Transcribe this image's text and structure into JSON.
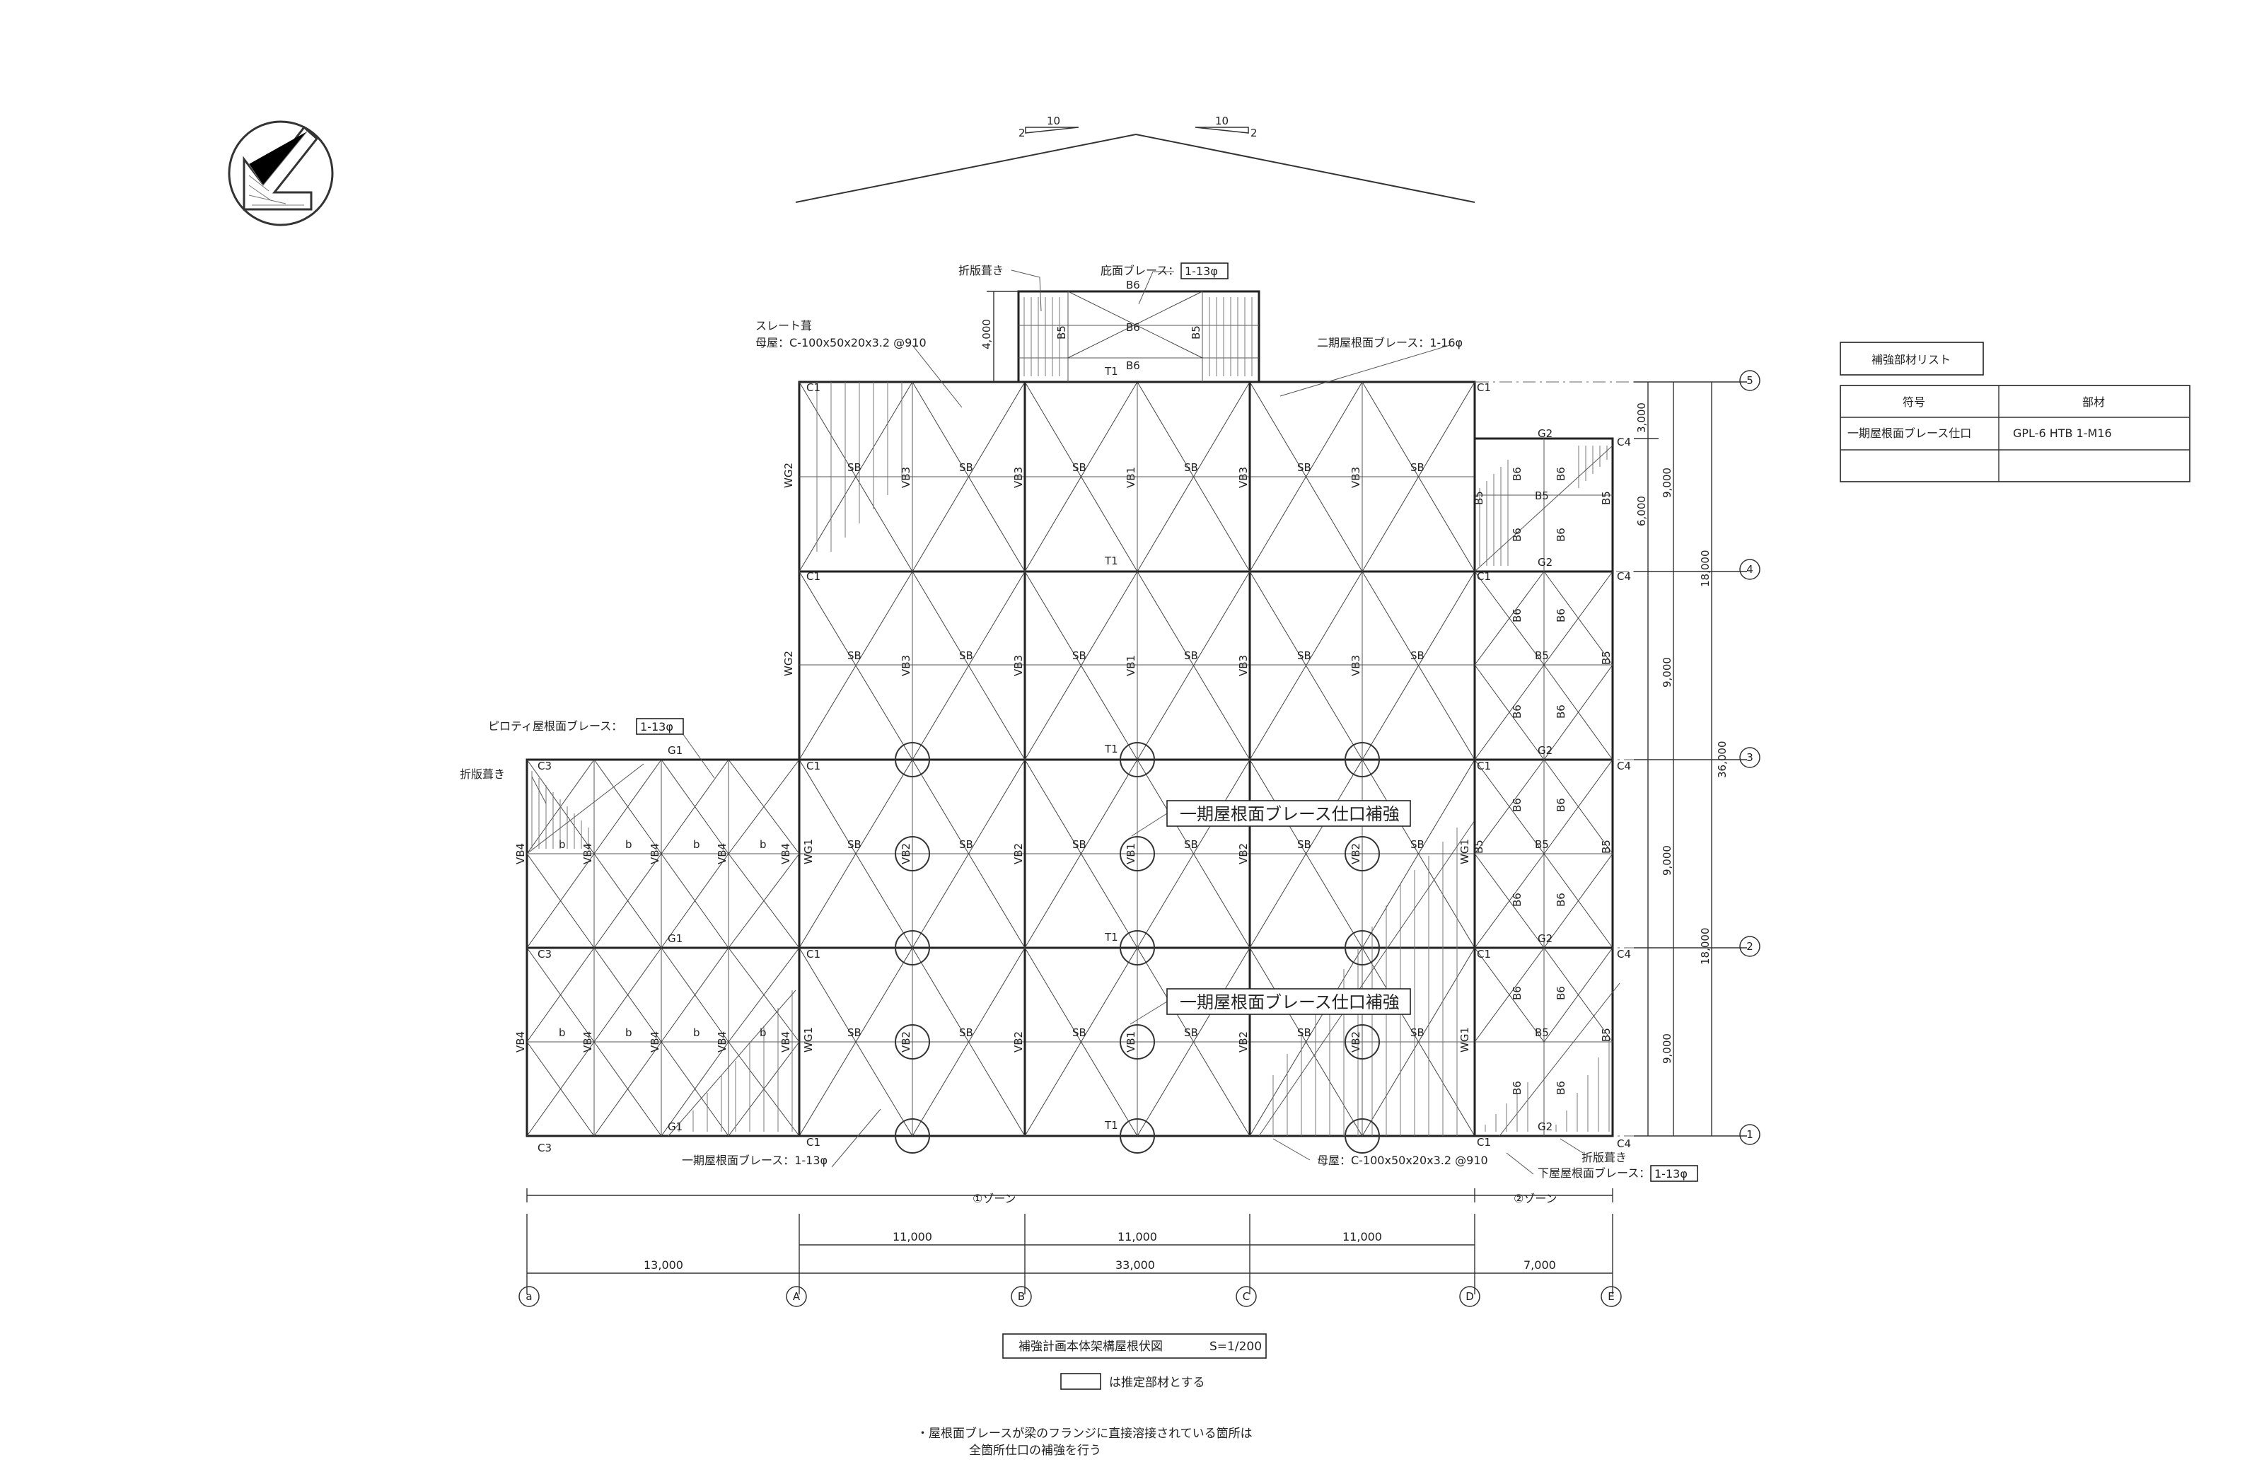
{
  "title_block": {
    "title": "補強計画本体架構屋根伏図",
    "scale": "S=1/200"
  },
  "legend_note": "は推定部材とする",
  "notes": [
    "・屋根面ブレースが梁のフランジに直接溶接されている箇所は",
    "全箇所仕口の補強を行う"
  ],
  "table": {
    "title": "補強部材リスト",
    "headers": [
      "符号",
      "部材"
    ],
    "rows": [
      [
        "一期屋根面ブレース仕口",
        "GPL-6 HTB 1-M16"
      ],
      [
        "",
        ""
      ]
    ]
  },
  "slope": {
    "left_run": "10",
    "left_rise": "2",
    "right_run": "10",
    "right_rise": "2"
  },
  "callouts": {
    "folded_roof_top": "折版葺き",
    "eave_brace": "庇面ブレース：",
    "eave_brace_size": "1-13φ",
    "slate": "スレート葺",
    "purlin_top": "母屋：C-100x50x20x3.2 @910",
    "phase2_brace": "二期屋根面ブレース：1-16φ",
    "piloti_brace": "ピロティ屋根面ブレース：",
    "piloti_brace_size": "1-13φ",
    "folded_roof_left": "折版葺き",
    "reinforce_1": "一期屋根面ブレース仕口補強",
    "reinforce_2": "一期屋根面ブレース仕口補強",
    "phase1_brace": "一期屋根面ブレース：1-13φ",
    "purlin_bottom": "母屋：C-100x50x20x3.2 @910",
    "lower_brace": "下屋屋根面ブレース：",
    "lower_brace_size": "1-13φ",
    "folded_roof_right": "折版葺き"
  },
  "zones": [
    "①ゾーン",
    "②ゾーン"
  ],
  "dims_bottom": {
    "row1": [
      "11,000",
      "11,000",
      "11,000"
    ],
    "row2": [
      "13,000",
      "33,000",
      "7,000"
    ]
  },
  "dims_right": {
    "inner": [
      "3,000",
      "6,000",
      "9,000",
      "9,000",
      "9,000"
    ],
    "mid": [
      "9,000",
      "18,000",
      "18,000"
    ],
    "outer": [
      "36,000"
    ],
    "top_ext": "4,000"
  },
  "axes_x": [
    "a",
    "A",
    "B",
    "C",
    "D",
    "E"
  ],
  "axes_y": [
    "5",
    "4",
    "3",
    "2",
    "1"
  ],
  "members": {
    "C1": "C1",
    "C3": "C3",
    "C4": "C4",
    "G1": "G1",
    "G2": "G2",
    "T1": "T1",
    "B5": "B5",
    "B6": "B6",
    "SB": "SB",
    "b": "b",
    "VB1": "VB1",
    "VB2": "VB2",
    "VB3": "VB3",
    "VB4": "VB4",
    "WG1": "WG1",
    "WG2": "WG2"
  },
  "colors": {
    "line": "#333333",
    "background": "#ffffff"
  }
}
